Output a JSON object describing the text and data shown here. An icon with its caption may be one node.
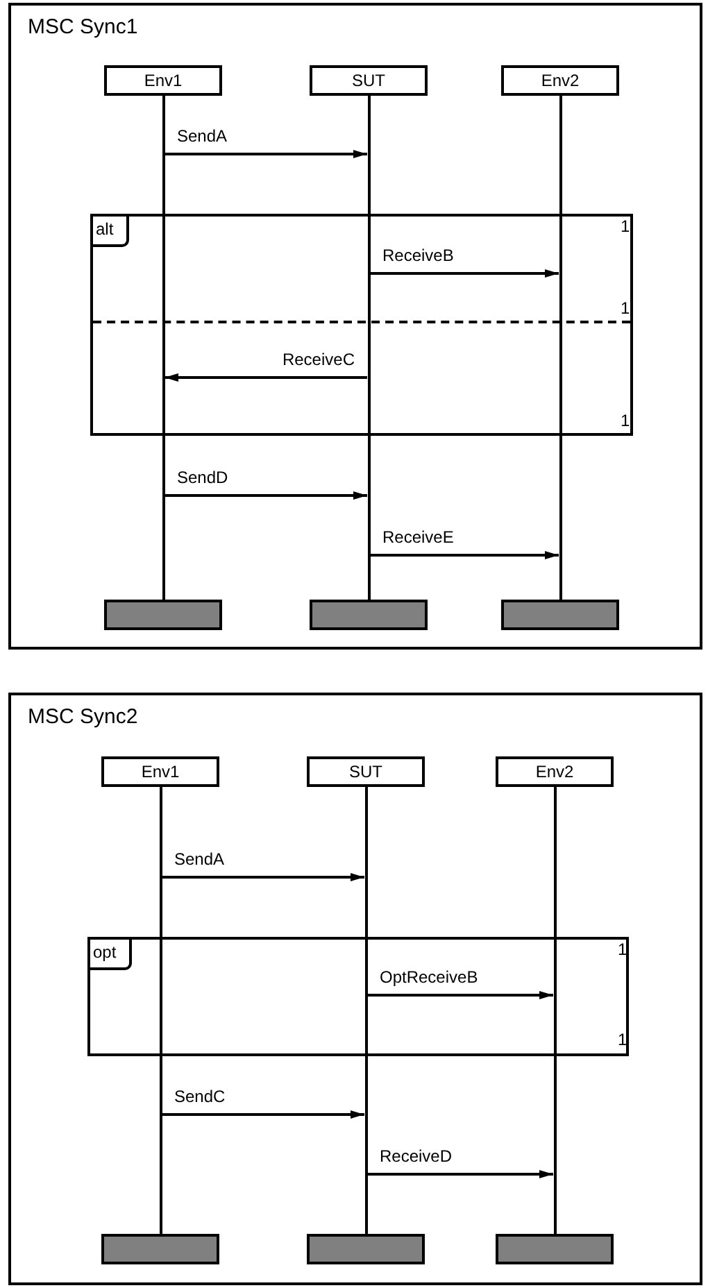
{
  "diagram": {
    "nodes": [
      {
        "text": [
          "MSC Sync1"
        ]
      },
      {
        "text": [
          "Env1"
        ],
        "in": 0
      },
      {
        "text": [
          "SUT"
        ],
        "in": 0
      },
      {
        "text": [
          "Env2"
        ],
        "in": 0
      },
      {
        "text": [],
        "shape": "line",
        "in": 0
      },
      {
        "text": [],
        "shape": "line",
        "in": 0
      },
      {
        "text": [],
        "shape": "line",
        "in": 0
      },
      {
        "text": [
          "alt"
        ],
        "in": 0
      },
      {
        "text": [],
        "shape": "bar",
        "in": 0
      },
      {
        "text": [],
        "shape": "bar",
        "in": 0
      },
      {
        "text": [],
        "shape": "bar",
        "in": 0
      },
      {
        "text": [
          "MSC Sync2"
        ]
      },
      {
        "text": [
          "Env1"
        ],
        "in": 11
      },
      {
        "text": [
          "SUT"
        ],
        "in": 11
      },
      {
        "text": [
          "Env2"
        ],
        "in": 11
      },
      {
        "text": [],
        "shape": "line",
        "in": 11
      },
      {
        "text": [],
        "shape": "line",
        "in": 11
      },
      {
        "text": [],
        "shape": "line",
        "in": 11
      },
      {
        "text": [
          "opt"
        ],
        "in": 11
      },
      {
        "text": [],
        "shape": "bar",
        "in": 11
      },
      {
        "text": [],
        "shape": "bar",
        "in": 11
      },
      {
        "text": [],
        "shape": "bar",
        "in": 11
      }
    ],
    "edges": [
      {
        "from": 4,
        "to": 5,
        "arrow": "to",
        "label": "SendA"
      },
      {
        "from": 5,
        "to": 6,
        "arrow": "to",
        "label": "ReceiveB"
      },
      {
        "from": 5,
        "to": 4,
        "arrow": "to",
        "label": "ReceiveC"
      },
      {
        "from": 4,
        "to": 5,
        "arrow": "to",
        "label": "SendD"
      },
      {
        "from": 5,
        "to": 6,
        "arrow": "to",
        "label": "ReceiveE"
      },
      {
        "from": 15,
        "to": 16,
        "arrow": "to",
        "label": "SendA"
      },
      {
        "from": 16,
        "to": 17,
        "arrow": "to",
        "label": "OptReceiveB"
      },
      {
        "from": 15,
        "to": 16,
        "arrow": "to",
        "label": "SendC"
      },
      {
        "from": 16,
        "to": 17,
        "arrow": "to",
        "label": "ReceiveD"
      }
    ],
    "labels": [
      "1",
      "1",
      "1",
      "1",
      "1"
    ]
  }
}
